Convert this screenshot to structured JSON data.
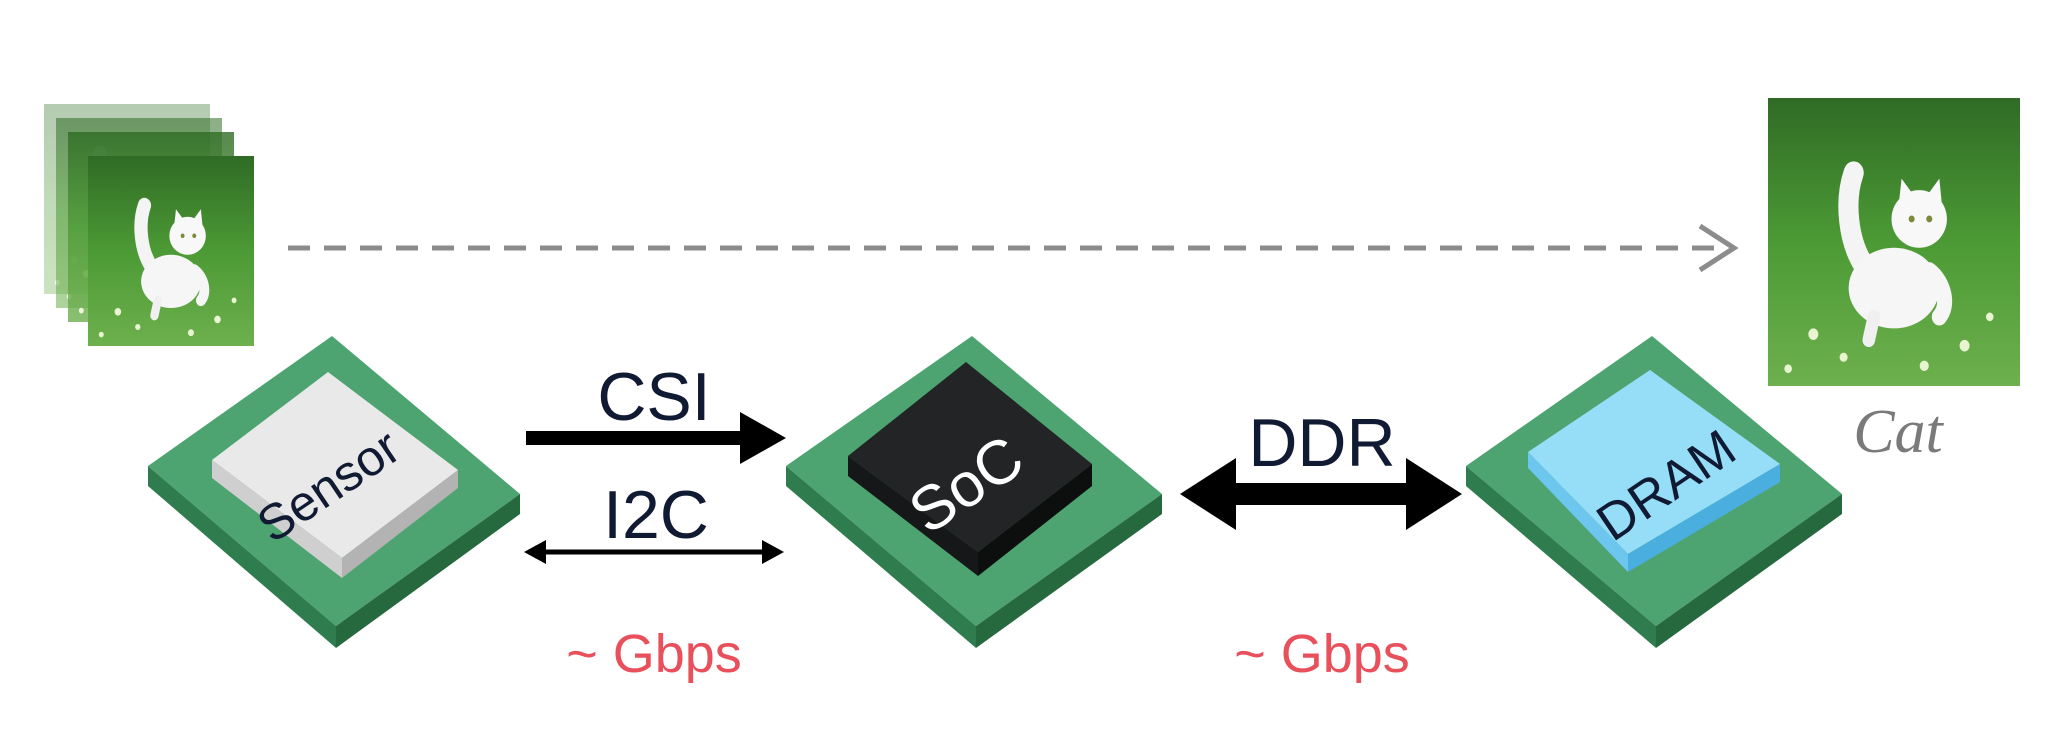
{
  "components": {
    "sensor": {
      "label": "Sensor",
      "top_color": "#e9e9e9",
      "side_color": "#bdbdbd"
    },
    "soc": {
      "label": "SoC",
      "top_color": "#222425",
      "side_color": "#111111"
    },
    "dram": {
      "label": "DRAM",
      "top_color": "#96ddf7",
      "side_color": "#57b7e6"
    },
    "board_color": "#4da471",
    "board_side_color": "#2f7d4e"
  },
  "links": {
    "csi": {
      "label": "CSI"
    },
    "i2c": {
      "label": "I2C"
    },
    "ddr": {
      "label": "DDR"
    },
    "sensor_soc_rate": "~ Gbps",
    "soc_dram_rate": "~ Gbps"
  },
  "output": {
    "label": "Cat"
  },
  "colors": {
    "label_text": "#101a33",
    "rate_text": "#e8505b",
    "output_label": "#7a7a7a",
    "dashed_arrow": "#8c8c8c",
    "grass": "#3f8f2e"
  }
}
